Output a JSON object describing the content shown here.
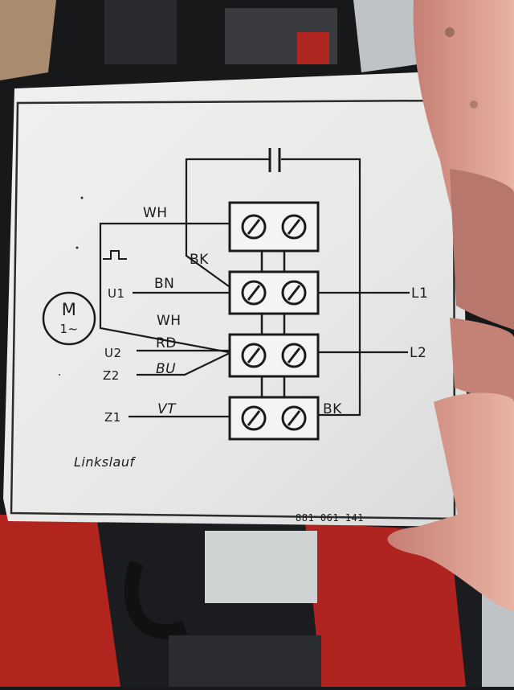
{
  "diagram": {
    "caption": "Linkslauf",
    "part_number": "881 061 141",
    "motor": {
      "letter": "M",
      "phase": "1~"
    },
    "wire_labels": {
      "wh_top": "WH",
      "bk_top": "BK",
      "bn": "BN",
      "wh_mid": "WH",
      "rd": "RD",
      "bu": "BU",
      "vt": "VT",
      "bk_bottom": "BK"
    },
    "terminal_labels": {
      "u1": "U1",
      "u2": "U2",
      "z2": "Z2",
      "z1": "Z1",
      "l1": "L1",
      "l2": "L2"
    }
  },
  "colors": {
    "paper": "#ededec",
    "ink": "#1b1b1b",
    "background": "#17181a",
    "red_bench": "#b0241f",
    "skin": "#d9998a"
  }
}
